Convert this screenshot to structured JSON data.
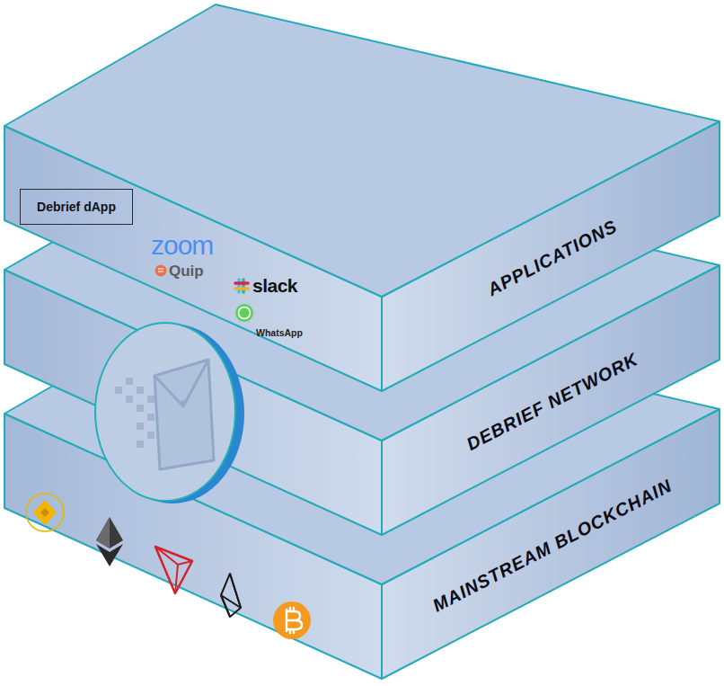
{
  "diagram": {
    "nodes": [
      {
        "text": [
          "APPLICATIONS"
        ]
      },
      {
        "text": [
          "Debrief dApp"
        ],
        "in": 0
      },
      {
        "text": [
          "DEBRIEF NETWORK"
        ]
      },
      {
        "text": [
          "MAINSTREAM BLOCKCHAIN"
        ]
      }
    ],
    "labels": [
      "zoom",
      "Quip",
      "slack",
      "WhatsApp"
    ]
  }
}
